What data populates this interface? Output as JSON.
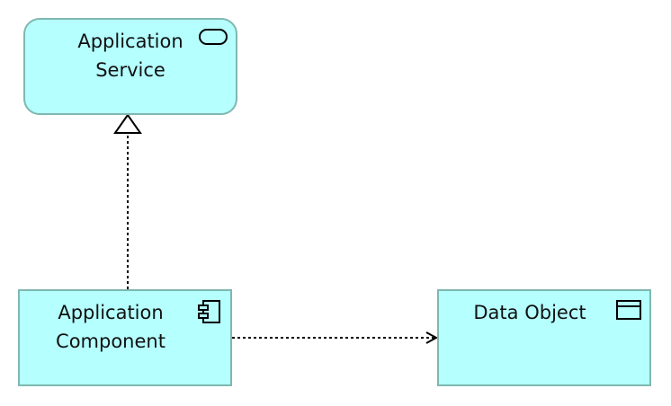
{
  "diagram": {
    "nodes": {
      "application_service": {
        "label": "Application\nService",
        "icon": "service-icon"
      },
      "application_component": {
        "label": "Application\nComponent",
        "icon": "component-icon"
      },
      "data_object": {
        "label": "Data Object",
        "icon": "data-object-icon"
      }
    },
    "edges": [
      {
        "from": "Application Component",
        "to": "Application Service",
        "type": "realization"
      },
      {
        "from": "Application Component",
        "to": "Data Object",
        "type": "access"
      }
    ]
  },
  "colors": {
    "node_fill": "#b5ffff",
    "node_border": "#7fb8b0",
    "edge": "#000000"
  }
}
